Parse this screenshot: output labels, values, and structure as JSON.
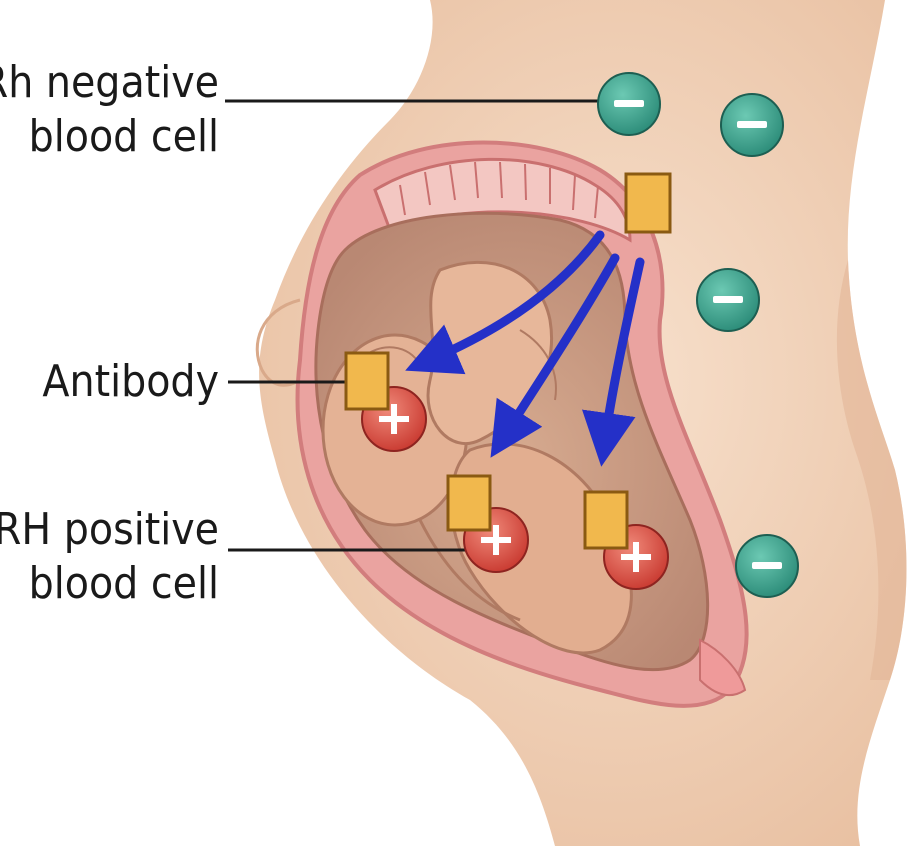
{
  "labels": {
    "rh_negative_line1": "Rh negative",
    "rh_negative_line2": "blood cell",
    "antibody": "Antibody",
    "rh_positive_line1": "RH positive",
    "rh_positive_line2": "blood cell"
  },
  "symbols": {
    "negative": "−",
    "positive": "+"
  },
  "colors": {
    "skin": "#f2d3b8",
    "skin_shadow": "#e2b494",
    "uterus_wall": "#e9a0a0",
    "amniotic": "#c99a80",
    "fetus": "#e6b89c",
    "negative_cell": "#3aa08c",
    "positive_cell": "#d9534f",
    "antibody": "#f0b74a",
    "arrow": "#2430c8",
    "line": "#1a1a1a"
  }
}
